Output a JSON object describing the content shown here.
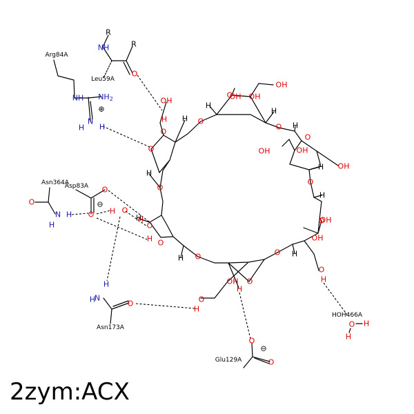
{
  "title": "2zym:ACX",
  "residues": {
    "arg84a": "Arg84A",
    "leu59a": "Leu59A",
    "asn364a": "Asn364A",
    "asp83a": "Asp83A",
    "asn173a": "Asn173A",
    "glu129a": "Glu129A",
    "hoh466a": "HOH466A"
  },
  "labels": {
    "R": "R",
    "H": "H",
    "O": "O",
    "OH": "OH",
    "N": "N",
    "NH": "NH",
    "NH2_base": "NH",
    "NH2_sub": "2",
    "plus": "⊕",
    "minus": "⊖"
  },
  "colors": {
    "oxygen": "#e00000",
    "nitrogen": "#1a1ab3",
    "carbon": "#000000"
  }
}
